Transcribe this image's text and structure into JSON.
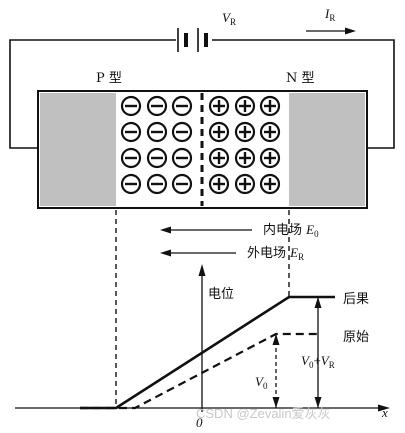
{
  "battery": {
    "label": "V",
    "label_sub": "R"
  },
  "current": {
    "label": "I",
    "label_sub": "R"
  },
  "regions": {
    "p_label": "P 型",
    "n_label": "N 型"
  },
  "charges": {
    "negative_symbol": "⊖",
    "positive_symbol": "⊕",
    "rows": 4,
    "cols_each_side": 3
  },
  "fields": {
    "inner": {
      "prefix": "内电场 ",
      "var": "E",
      "sub": "0"
    },
    "outer": {
      "prefix": "外电场 ",
      "var": "E",
      "sub": "R"
    }
  },
  "graph": {
    "y_axis_label": "电位",
    "origin_label": "0",
    "x_axis_label": "x",
    "after_label": "后果",
    "original_label": "原始",
    "v0_label": {
      "var": "V",
      "sub": "0"
    },
    "v0_plus_vr_label": {
      "a": "V",
      "a_sub": "0",
      "plus": "+",
      "b": "V",
      "b_sub": "R"
    }
  },
  "watermark": "CSDN @Zevalin爱灰灰",
  "colors": {
    "line": "#111111",
    "depletion_gray": "#c0c0c0",
    "background": "#ffffff"
  }
}
